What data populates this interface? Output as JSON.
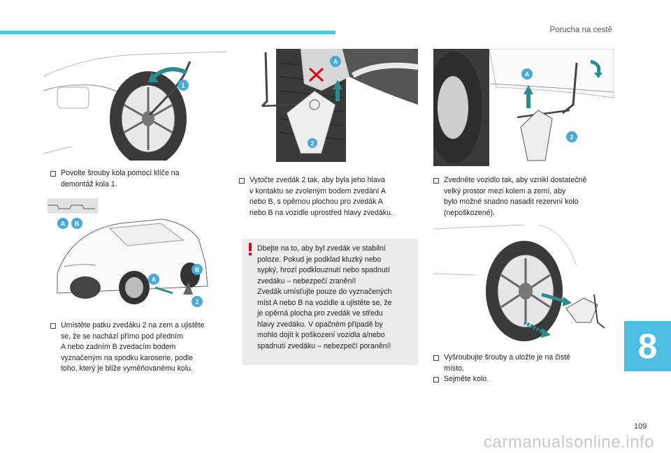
{
  "header": {
    "section_title": "Porucha na cestě"
  },
  "chapter": {
    "number": "8"
  },
  "page": {
    "number": "109"
  },
  "watermark": "carmanualsonline.info",
  "illustrations": {
    "wrench_labels": [
      "1"
    ],
    "car_labels": [
      "A",
      "B",
      "A",
      "B",
      "2"
    ],
    "jack_labels": [
      "A",
      "2"
    ],
    "lift_labels": [
      "A",
      "2"
    ]
  },
  "steps": [
    {
      "text": "Povolte šrouby kola pomocí klíče na\ndemontáž kola 1."
    },
    {
      "text": "Umístěte patku zvedáku 2 na zem a ujistěte\nse, že se nachází přímo pod předním\nA nebo zadním B zvedacím bodem\nvyznačeným na spodku karoserie, podle\ntoho, který je blíže vyměňovanému kolu."
    },
    {
      "text": "Vytočte zvedák 2 tak, aby byla jeho hlava\nv kontaktu se zvoleným bodem zvedání A\nnebo B, s opěrnou plochou pro zvedák A\nnebo B na vozidle uprostřed hlavy zvedáku."
    },
    {
      "text": "Zvedněte vozidlo tak, aby vznikl dostatečně\nvelký prostor mezi kolem a zemí, aby\nbylo možné snadno nasadit rezervní kolo\n(nepoškozené)."
    },
    {
      "text": "Vyšroubujte šrouby a uložte je na čisté\nmísto."
    },
    {
      "text": "Sejměte kolo."
    }
  ],
  "warning": {
    "text": "Dbejte na to, aby byl zvedák ve stabilní\npoloze. Pokud je podklad kluzký nebo\nsypký, hrozí podklouznutí nebo spadnutí\nzvedáku – nebezpečí zranění!\nZvedák umísťujte pouze do vyznačených\nmíst A nebo B na vozidle a ujistěte se, že\nje opěrná plocha pro zvedák ve středu\nhlavy zvedáku. V opačném případě by\nmohlo dojít k poškození vozidla a/nebo\nspadnutí zvedáku – nebezpečí poranění!"
  },
  "colors": {
    "accent": "#56c1e6",
    "badge": "#4aa9d6",
    "arrow": "#2c8a8f",
    "warning_icon": "#e2001a",
    "box_bg": "#ececec"
  }
}
